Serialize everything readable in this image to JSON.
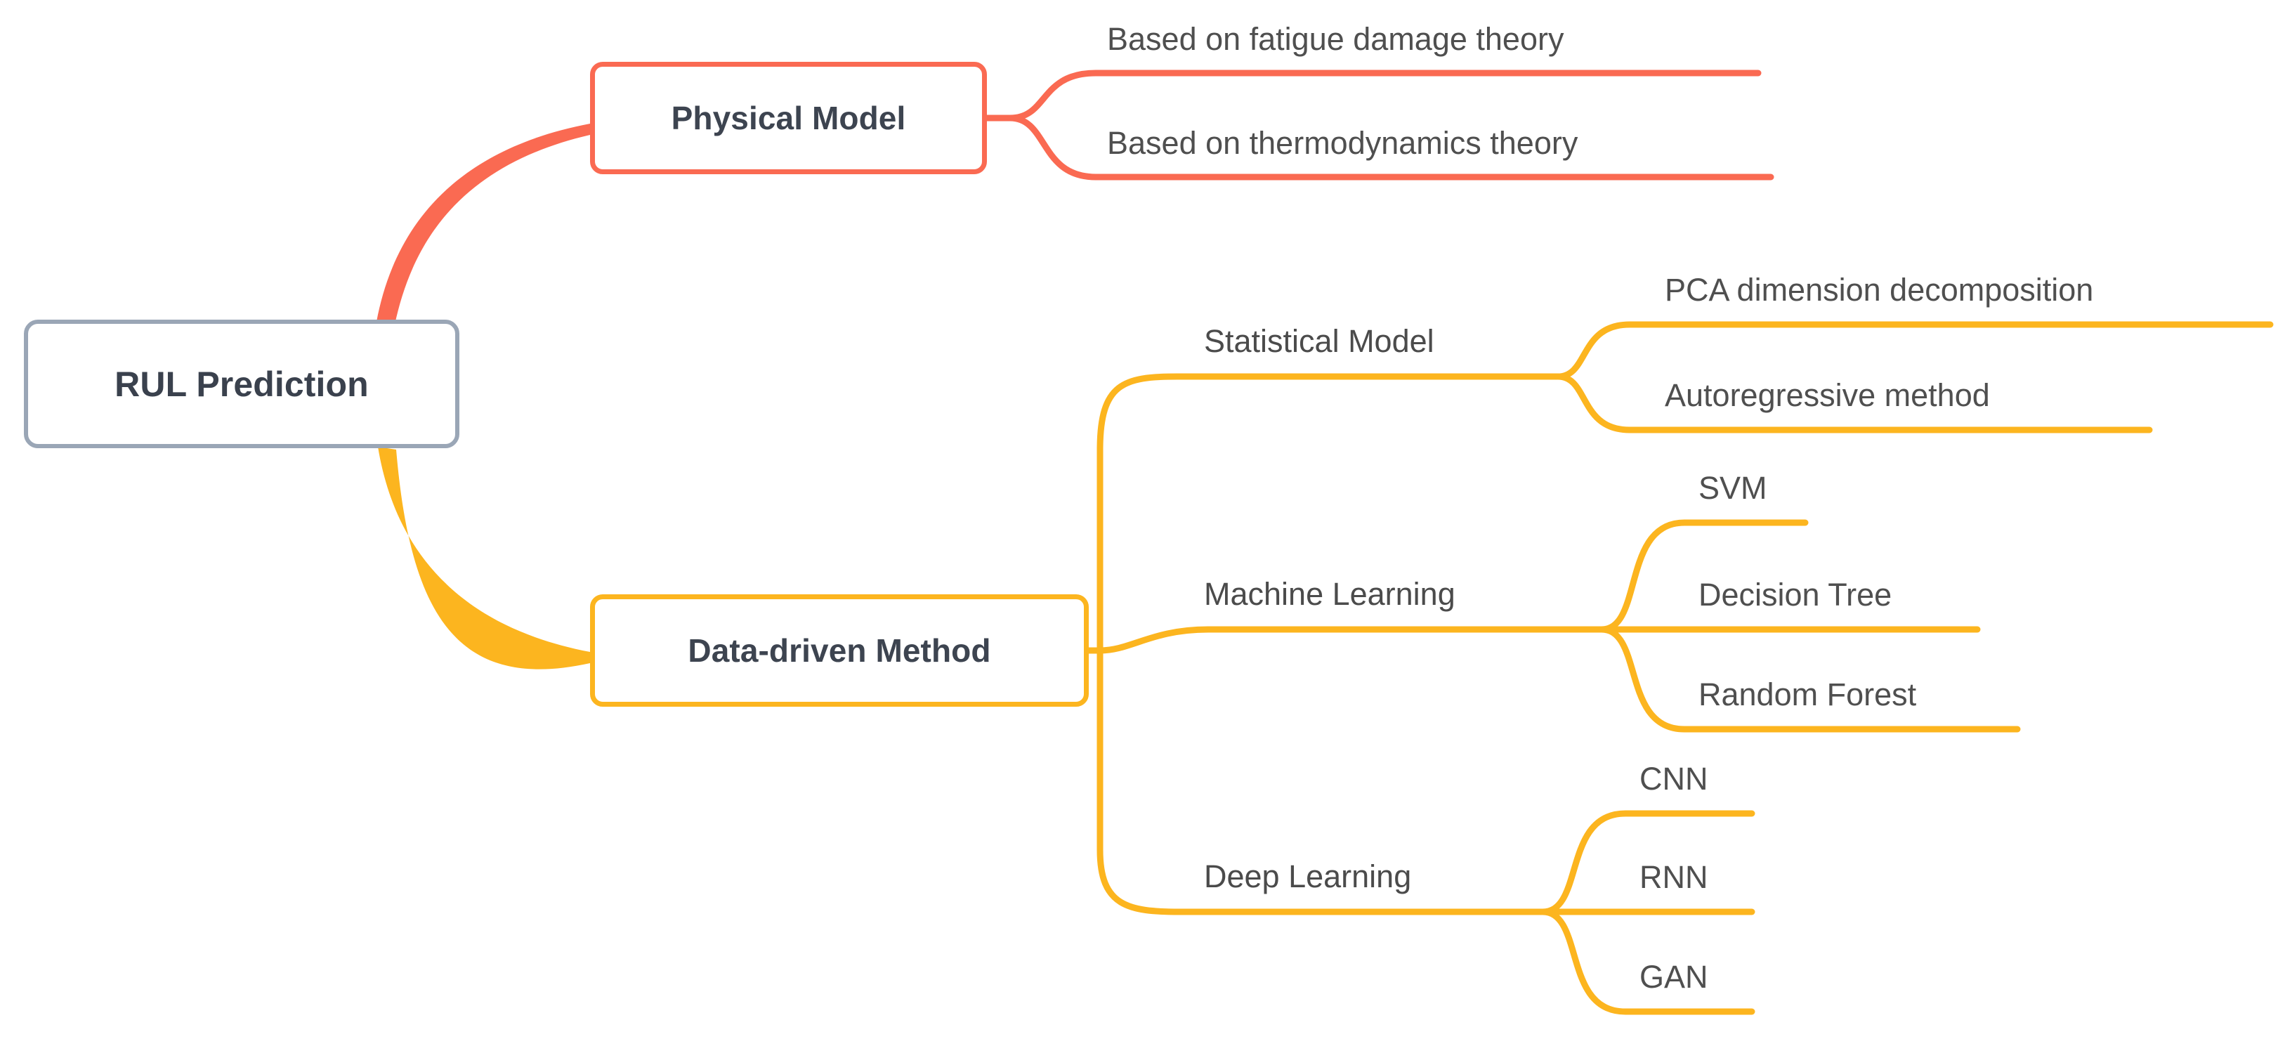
{
  "diagram": {
    "type": "mindmap",
    "title": "RUL Prediction taxonomy",
    "background": "#ffffff",
    "colors": {
      "root_border": "#9aa6b6",
      "root_text": "#3a414d",
      "physical_branch": "#fa6a52",
      "data_branch": "#fcb51f",
      "label_text": "#4b4b4b"
    }
  },
  "root": {
    "label": "RUL Prediction"
  },
  "branches": [
    {
      "id": "physical",
      "label": "Physical Model",
      "color": "#fa6a52",
      "boxed": true,
      "children": [
        {
          "label": "Based on fatigue damage theory"
        },
        {
          "label": "Based on thermodynamics theory"
        }
      ]
    },
    {
      "id": "data-driven",
      "label": "Data-driven Method",
      "color": "#fcb51f",
      "boxed": true,
      "children": [
        {
          "id": "statistical",
          "label": "Statistical Model",
          "boxed": false,
          "children": [
            {
              "label": "PCA dimension decomposition"
            },
            {
              "label": "Autoregressive method"
            }
          ]
        },
        {
          "id": "machine-learning",
          "label": "Machine Learning",
          "boxed": false,
          "children": [
            {
              "label": "SVM"
            },
            {
              "label": "Decision Tree"
            },
            {
              "label": "Random Forest"
            }
          ]
        },
        {
          "id": "deep-learning",
          "label": "Deep Learning",
          "boxed": false,
          "children": [
            {
              "label": "CNN"
            },
            {
              "label": "RNN"
            },
            {
              "label": "GAN"
            }
          ]
        }
      ]
    }
  ]
}
